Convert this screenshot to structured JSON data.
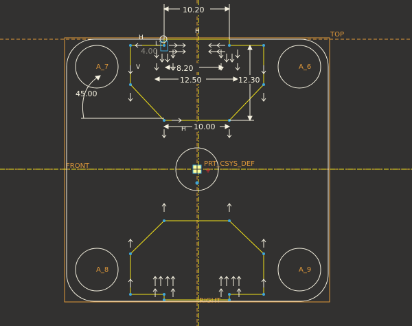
{
  "datums": {
    "top": "TOP",
    "front": "FRONT",
    "right": "RIGHT",
    "csys": "PRT_CSYS_DEF"
  },
  "holes": [
    {
      "label": "A_7"
    },
    {
      "label": "A_6"
    },
    {
      "label": "A_8"
    },
    {
      "label": "A_9"
    }
  ],
  "dimensions": {
    "top_width": "10.20",
    "inner_width": "8.20",
    "lower_width": "12.50",
    "right_height": "12.30",
    "bottom_width": "10.00",
    "angle": "45.00",
    "faded": "4.00"
  },
  "constraints": {
    "h": "H",
    "v": "V",
    "l1": "L1"
  },
  "colors": {
    "background": "#323130",
    "sketch": "#f2e21a",
    "datum": "#e29a3a",
    "entity": "#f5f1e0",
    "vertex": "#3fa6d8"
  }
}
